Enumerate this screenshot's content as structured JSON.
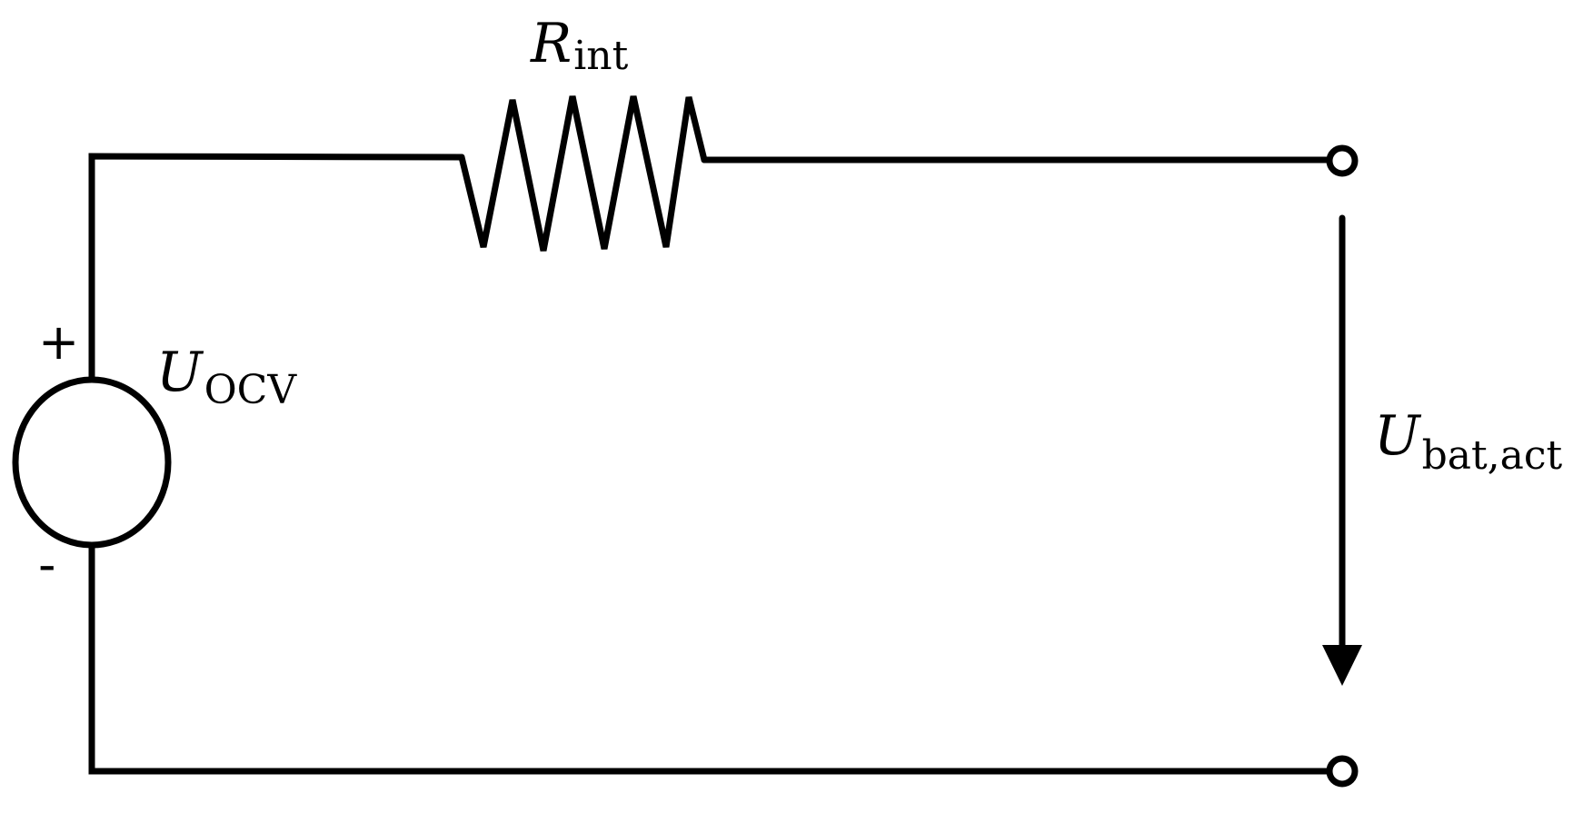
{
  "labels": {
    "resistor_main": "R",
    "resistor_sub": "int",
    "source_main": "U",
    "source_sub": "OCV",
    "voltage_main": "U",
    "voltage_sub": "bat,act",
    "plus_sign": "+",
    "minus_sign": "-"
  }
}
